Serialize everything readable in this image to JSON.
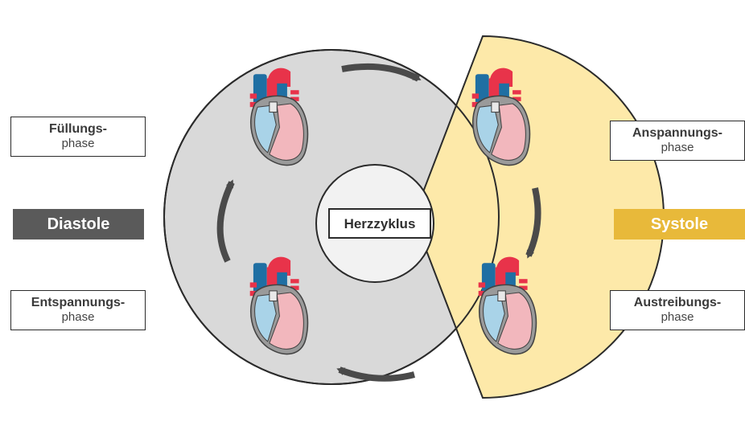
{
  "center_label": "Herzzyklus",
  "phases": {
    "fuellung": {
      "line1": "Füllungs-",
      "line2": "phase"
    },
    "entspannung": {
      "line1": "Entspannungs-",
      "line2": "phase"
    },
    "anspannung": {
      "line1": "Anspannungs-",
      "line2": "phase"
    },
    "austreibung": {
      "line1": "Austreibungs-",
      "line2": "phase"
    }
  },
  "diastole": {
    "label": "Diastole",
    "color": "#5a5a5a"
  },
  "systole": {
    "label": "Systole",
    "color": "#e8b93a"
  },
  "colors": {
    "diastole_sector": "#d9d9d9",
    "systole_sector": "#fde9a9",
    "arrow": "#4a4a4a",
    "heart_red": "#e8334a",
    "heart_blue": "#1f6fa3",
    "heart_light_blue": "#a9d3e8",
    "heart_pink": "#f2b7bd"
  },
  "icons": [
    "heart-fuellung-icon",
    "heart-anspannung-icon",
    "heart-entspannung-icon",
    "heart-austreibung-icon"
  ]
}
